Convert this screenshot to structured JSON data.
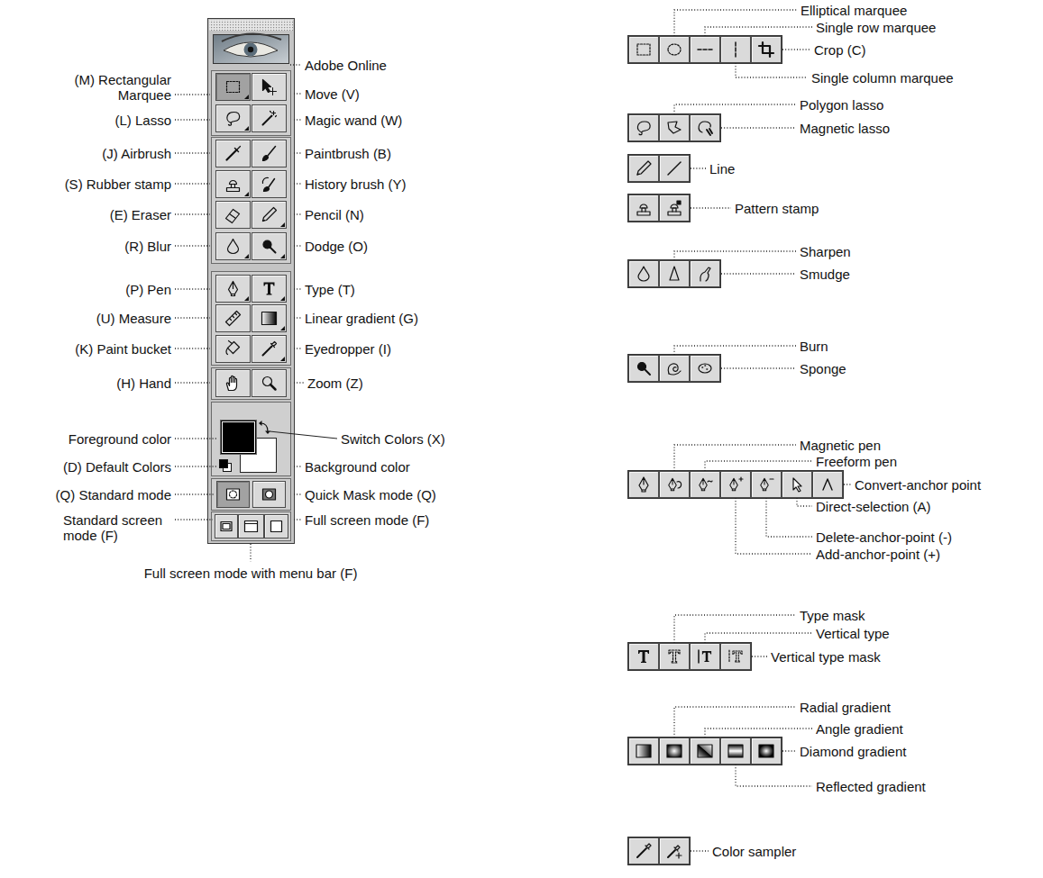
{
  "diagram": {
    "labels": [
      "(M) Rectangular Marquee",
      "Adobe Online",
      "Move (V)",
      "(L) Lasso",
      "Magic wand (W)",
      "(J) Airbrush",
      "Paintbrush (B)",
      "(S) Rubber stamp",
      "History brush (Y)",
      "(E) Eraser",
      "Pencil (N)",
      "(R) Blur",
      "Dodge (O)",
      "(P) Pen",
      "Type (T)",
      "(U) Measure",
      "Linear gradient (G)",
      "(K) Paint bucket",
      "Eyedropper (I)",
      "(H) Hand",
      "Zoom (Z)",
      "Foreground color",
      "Switch Colors (X)",
      "(D) Default Colors",
      "Background color",
      "(Q) Standard mode",
      "Quick Mask mode (Q)",
      "Standard screen mode (F)",
      "Full screen mode (F)",
      "Full screen mode with menu bar (F)",
      "Elliptical marquee",
      "Single row marquee",
      "Crop (C)",
      "Single column marquee",
      "Polygon lasso",
      "Magnetic lasso",
      "Line",
      "Pattern stamp",
      "Sharpen",
      "Smudge",
      "Burn",
      "Sponge",
      "Magnetic pen",
      "Freeform pen",
      "Convert-anchor point",
      "Direct-selection (A)",
      "Delete-anchor-point (-)",
      "Add-anchor-point (+)",
      "Type mask",
      "Vertical type",
      "Vertical type mask",
      "Radial gradient",
      "Angle gradient",
      "Diamond gradient",
      "Reflected gradient",
      "Color sampler"
    ]
  }
}
